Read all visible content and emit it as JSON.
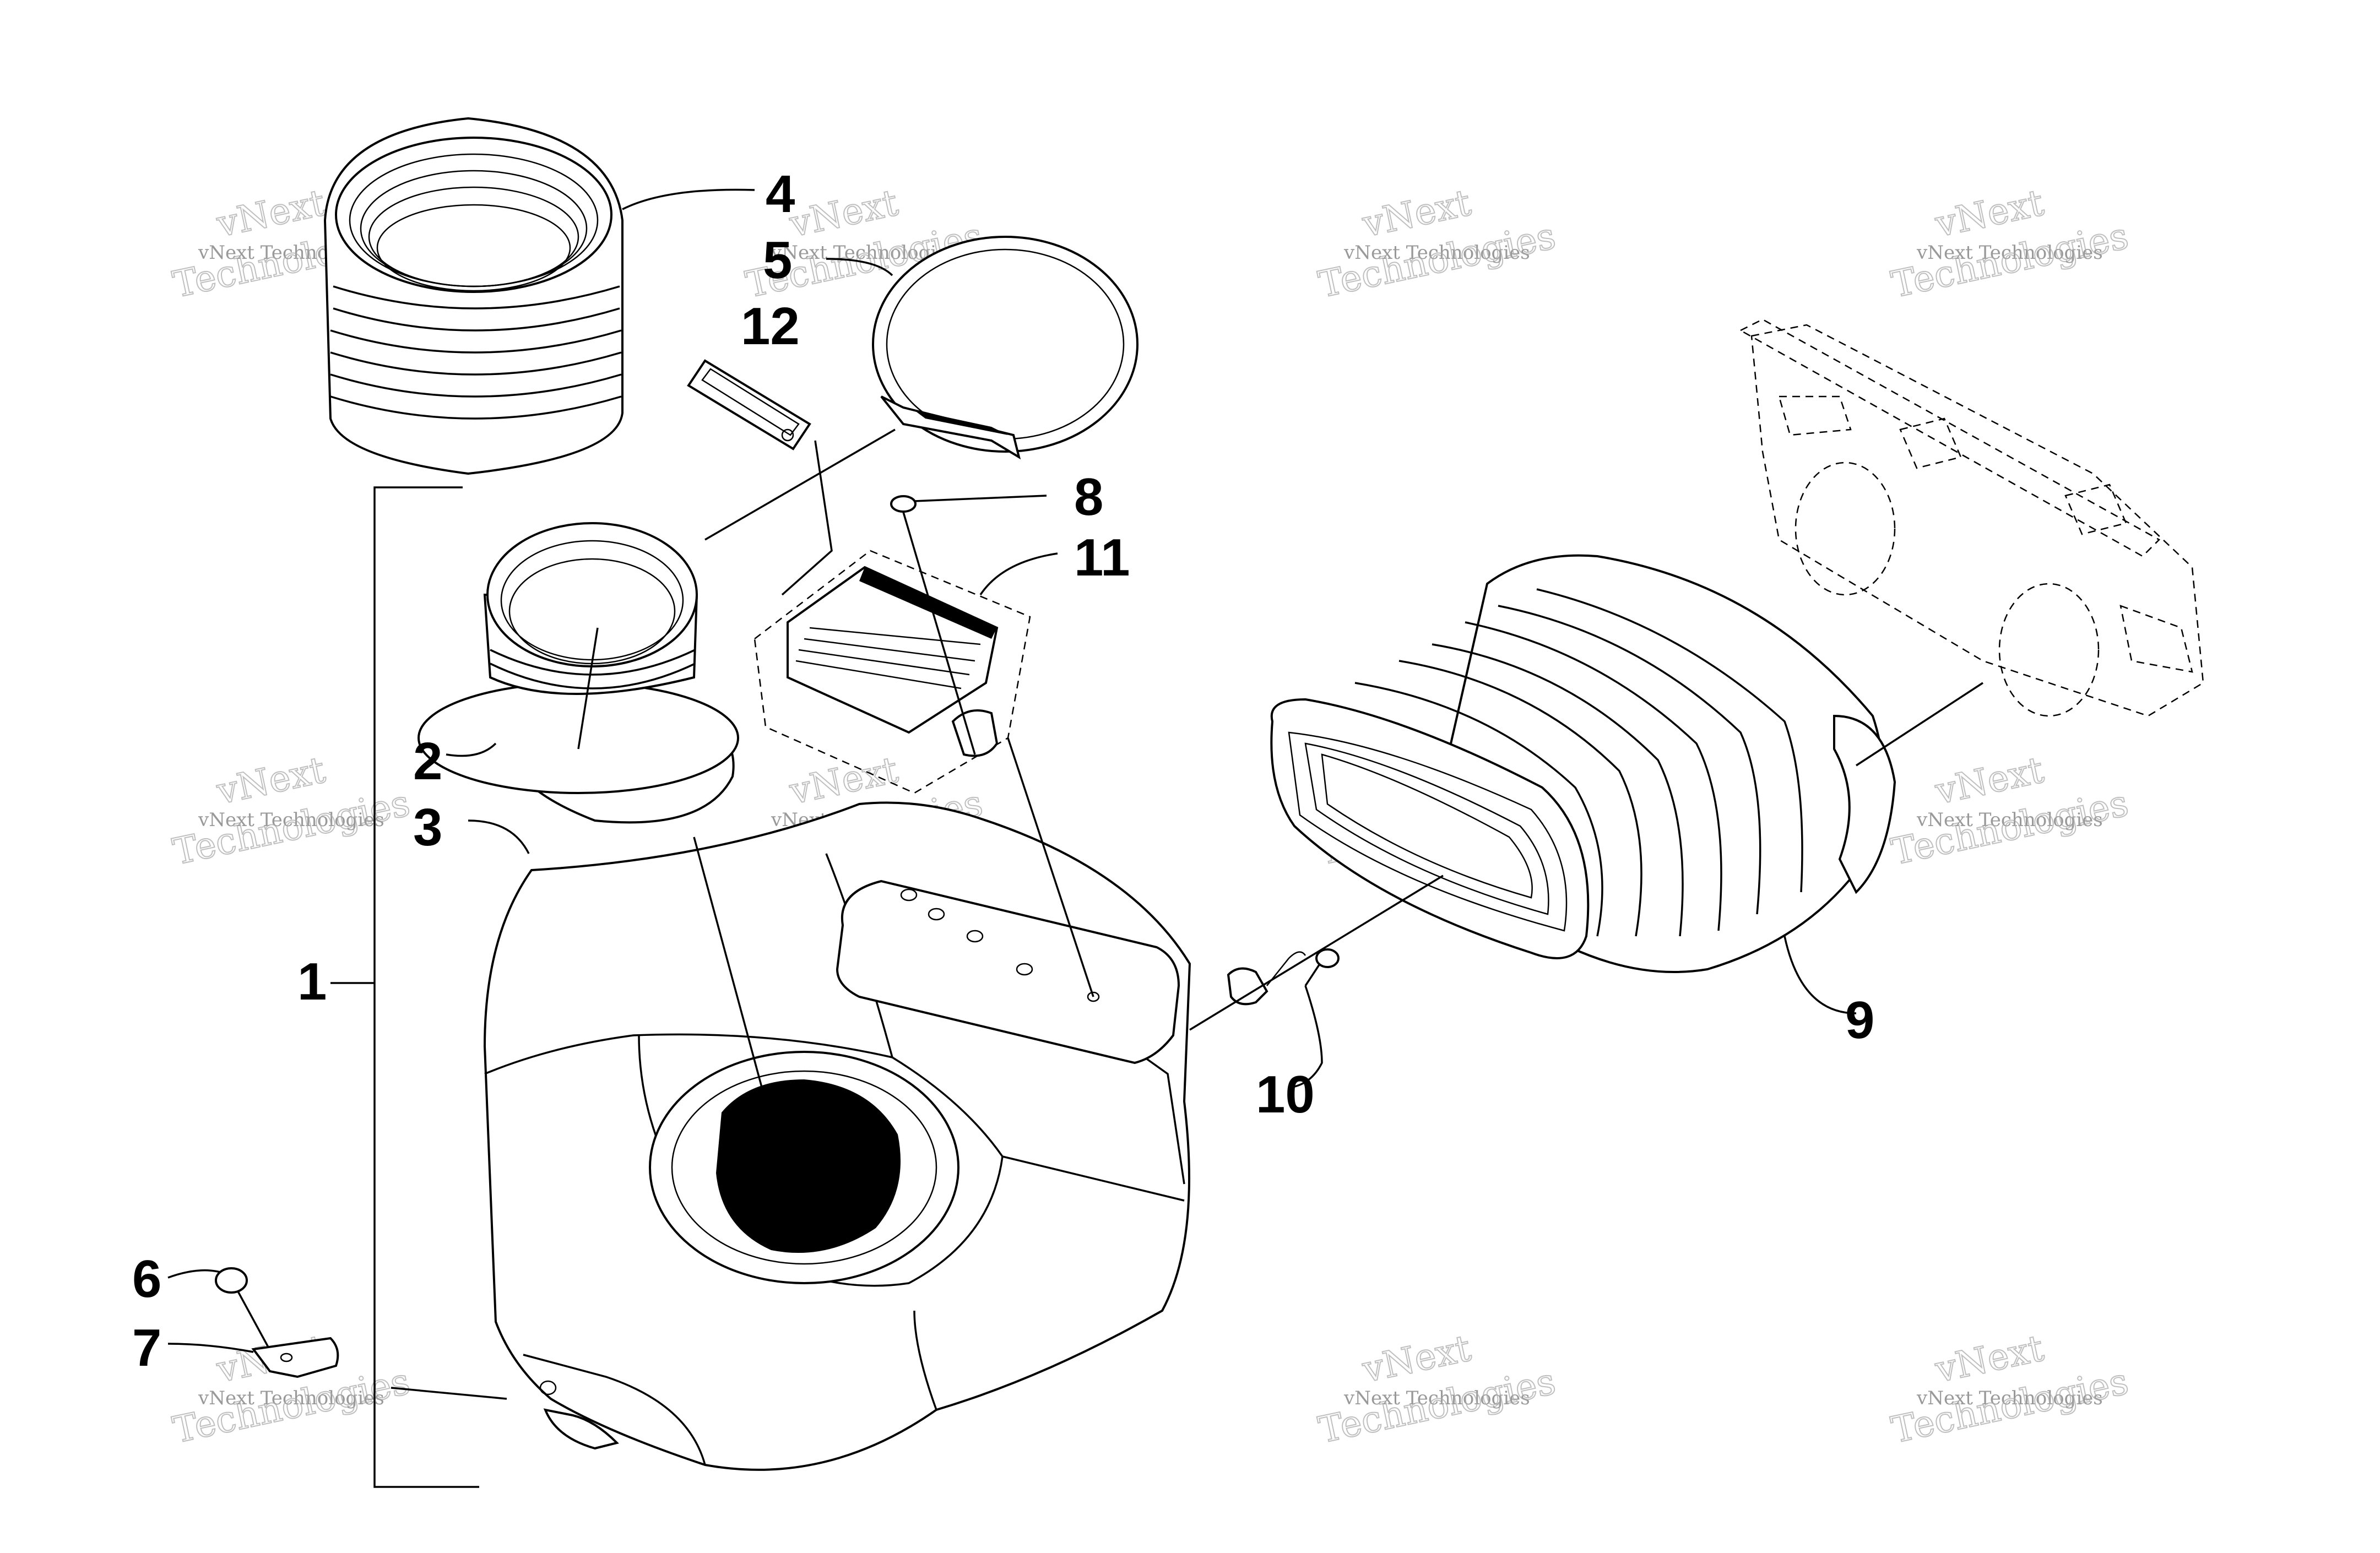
{
  "diagram": {
    "callouts": [
      "1",
      "2",
      "3",
      "4",
      "5",
      "6",
      "7",
      "8",
      "9",
      "10",
      "11",
      "12"
    ],
    "watermark": {
      "line1": "vNext Technologies",
      "line2": "vNext",
      "line3": "Technologies"
    }
  }
}
